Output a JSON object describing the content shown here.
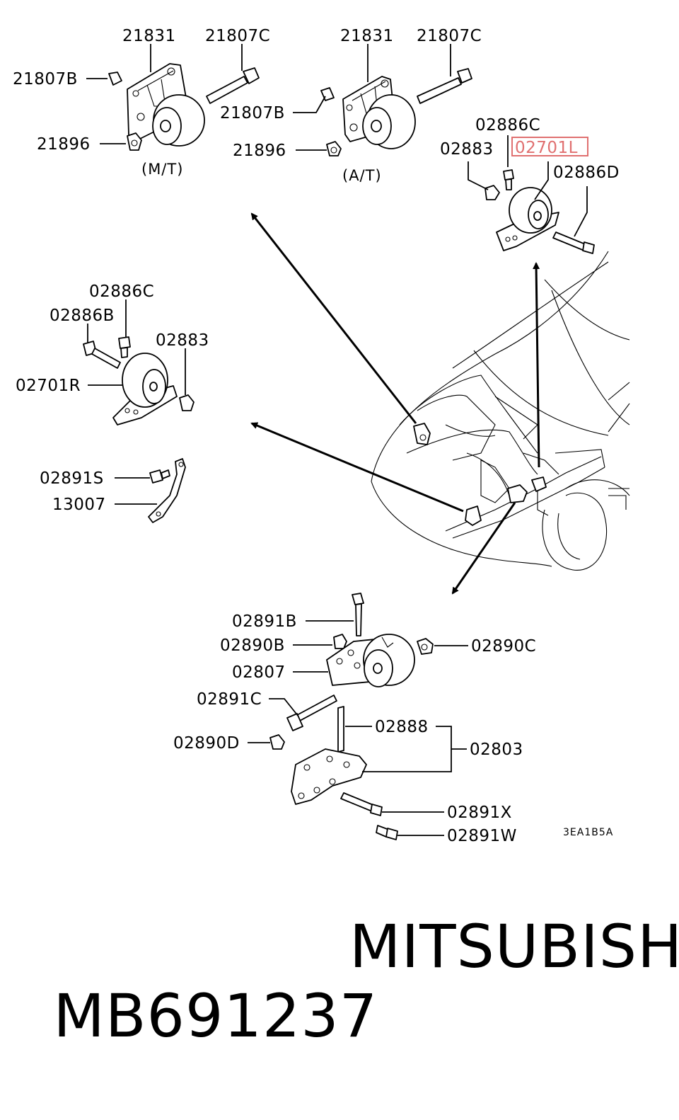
{
  "labels": {
    "p21831_mt": "21831",
    "p21807c_mt": "21807C",
    "p21807b_mt": "21807B",
    "p21896_mt": "21896",
    "variant_mt": "(M/T)",
    "p21831_at": "21831",
    "p21807c_at": "21807C",
    "p21807b_at": "21807B",
    "p21896_at": "21896",
    "variant_at": "(A/T)",
    "p02886c_l": "02886C",
    "p02883_l": "02883",
    "p02701l": "02701L",
    "p02886d": "02886D",
    "p02886c_r": "02886C",
    "p02886b": "02886B",
    "p02883_r": "02883",
    "p02701r": "02701R",
    "p02891s": "02891S",
    "p13007": "13007",
    "p02891b": "02891B",
    "p02890b": "02890B",
    "p02890c": "02890C",
    "p02807": "02807",
    "p02891c": "02891C",
    "p02888": "02888",
    "p02803": "02803",
    "p02890d": "02890D",
    "p02891x": "02891X",
    "p02891w": "02891W",
    "diagram_code": "3EA1B5A"
  },
  "highlight": {
    "part": "02701L",
    "color": "#e07070"
  },
  "footer": {
    "part_number": "MB691237",
    "brand": "MITSUBISHI"
  }
}
